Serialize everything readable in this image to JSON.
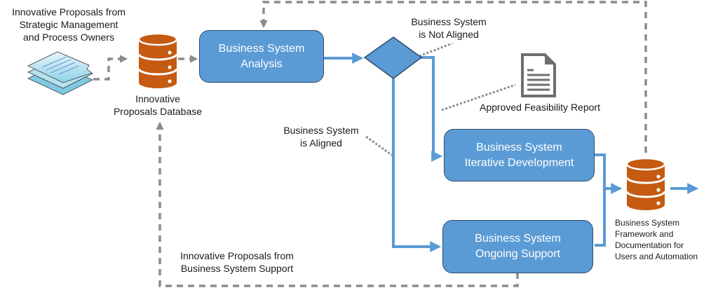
{
  "colors": {
    "process_fill": "#5b9bd5",
    "process_border": "#2e4a6b",
    "flow_line": "#5b9bd5",
    "dashed_line": "#8c8c8c",
    "database": "#c55a11",
    "document_icon": "#6e6e6e"
  },
  "labels": {
    "proposals_source": [
      "Innovative Proposals from",
      "Strategic Management",
      "and Process Owners"
    ],
    "proposals_db": [
      "Innovative",
      "Proposals Database"
    ],
    "not_aligned": [
      "Business System",
      "is Not Aligned"
    ],
    "aligned": [
      "Business System",
      "is Aligned"
    ],
    "feasibility_report": "Approved Feasibility Report",
    "support_proposals": [
      "Innovative Proposals from",
      "Business System Support"
    ],
    "framework_db": [
      "Business System",
      "Framework and",
      "Documentation for",
      "Users and Automation"
    ]
  },
  "processes": {
    "analysis": [
      "Business System",
      "Analysis"
    ],
    "development": [
      "Business System",
      "Iterative Development"
    ],
    "support": [
      "Business System",
      "Ongoing Support"
    ]
  },
  "icons": {
    "proposals_docs": "stacked-documents-icon",
    "proposals_db": "database-icon",
    "framework_db": "database-icon",
    "report": "document-icon",
    "decision": "decision-diamond"
  }
}
